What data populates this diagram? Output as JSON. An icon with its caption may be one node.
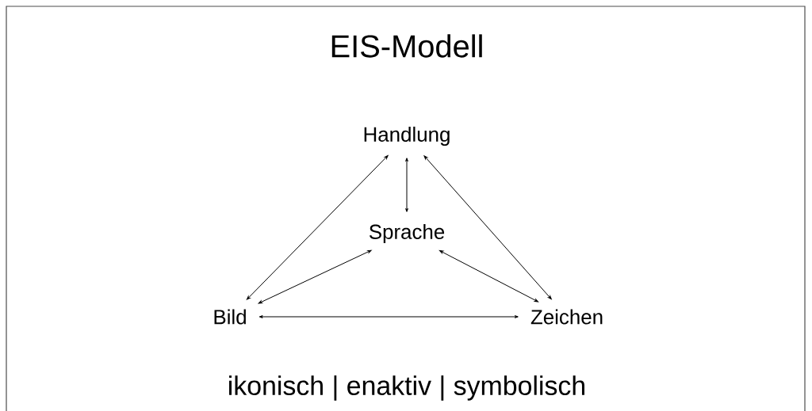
{
  "diagram": {
    "title": "EIS-Modell",
    "nodes": [
      {
        "text": [
          "Handlung"
        ]
      },
      {
        "text": [
          "Sprache"
        ]
      },
      {
        "text": [
          "Bild"
        ]
      },
      {
        "text": [
          "Zeichen"
        ]
      }
    ],
    "edges": [
      {
        "from": 0,
        "to": 1,
        "arrow": "both"
      },
      {
        "from": 0,
        "to": 2,
        "arrow": "both"
      },
      {
        "from": 0,
        "to": 3,
        "arrow": "both"
      },
      {
        "from": 1,
        "to": 2,
        "arrow": "both"
      },
      {
        "from": 1,
        "to": 3,
        "arrow": "both"
      },
      {
        "from": 2,
        "to": 3,
        "arrow": "both"
      }
    ],
    "labels": [
      "ikonisch | enaktiv | symbolisch"
    ]
  }
}
